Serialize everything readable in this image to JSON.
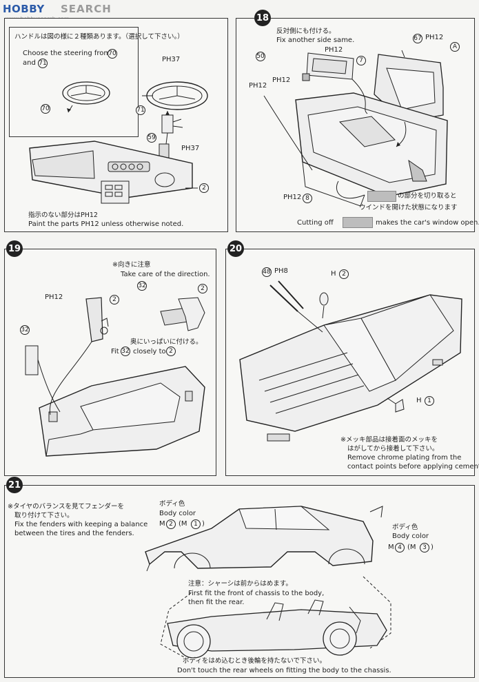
{
  "header": {
    "logo_main": "HOBBY",
    "logo_search": "SEARCH",
    "logo_site": "www.hobbysearch.com"
  },
  "step17": {
    "note_jp": "ハンドルは図の様に２種類あります。（選択して下さい。）",
    "note_en1": "Choose the steering from",
    "note_en2": "and",
    "p70": "70",
    "p71": "71",
    "p59": "59",
    "p2": "2",
    "paint_ph": "PH37",
    "paint_ph2": "PH37",
    "footer_jp": "指示のない部分はPH12",
    "footer_en": "Paint the parts PH12 unless otherwise noted."
  },
  "step18": {
    "number": "18",
    "note_jp": "反対側にも付ける。",
    "note_en": "Fix another side same.",
    "p50": "50",
    "p7": "7",
    "p67": "67",
    "pA": "A",
    "p8": "8",
    "ph12_a": "PH12",
    "ph12_b": "PH12",
    "ph12_c": "PH12",
    "ph12_d": "PH12",
    "ph12_e": "PH12",
    "cut_jp1": "の部分を切り取ると",
    "cut_jp2": "ウインドを開けた状態になります",
    "cut_en1": "Cutting off",
    "cut_en2": "makes the car's window open."
  },
  "step19": {
    "number": "19",
    "note_jp": "※向きに注意",
    "note_en": "Take care of the direction.",
    "p32": "32",
    "p2": "2",
    "p2b": "2",
    "ph12": "PH12",
    "fit_jp": "奥にいっぱいに付ける。",
    "fit_en1": "Fit",
    "fit_en2": "closely to",
    "p32b": "32",
    "p32c": "32",
    "p2c": "2"
  },
  "step20": {
    "number": "20",
    "p48": "48",
    "ph8": "PH8",
    "h2": "H",
    "h2n": "2",
    "h1": "H",
    "h1n": "1",
    "note_jp1": "※メッキ部品は接着面のメッキを",
    "note_jp2": "はがしてから接着して下さい。",
    "note_en1": "Remove chrome plating from the",
    "note_en2": "contact points before applying cement."
  },
  "step21": {
    "number": "21",
    "note_jp1": "※タイヤのバランスを見てフェンダーを",
    "note_jp2": "取り付けて下さい。",
    "note_en1": "Fix the fenders with keeping a balance",
    "note_en2": "between the tires and the fenders.",
    "body_jp": "ボディ色",
    "body_en": "Body color",
    "m_front": "M",
    "m_front_n": "2",
    "m_front_b": "(M",
    "m_front_bn": "1",
    "m_close": ")",
    "body_jp2": "ボディ色",
    "body_en2": "Body color",
    "m_rear": "M",
    "m_rear_n": "4",
    "m_rear_b": "(M",
    "m_rear_bn": "3",
    "m_close2": ")",
    "chassis_jp": "注意：シャーシは前からはめます。",
    "chassis_en1": "First fit the front of chassis to the body,",
    "chassis_en2": "then fit the rear.",
    "rear_jp": "ボディをはめ込むとき後輪を持たないで下さい。",
    "rear_en": "Don't touch the rear wheels on fitting the body to the chassis."
  }
}
